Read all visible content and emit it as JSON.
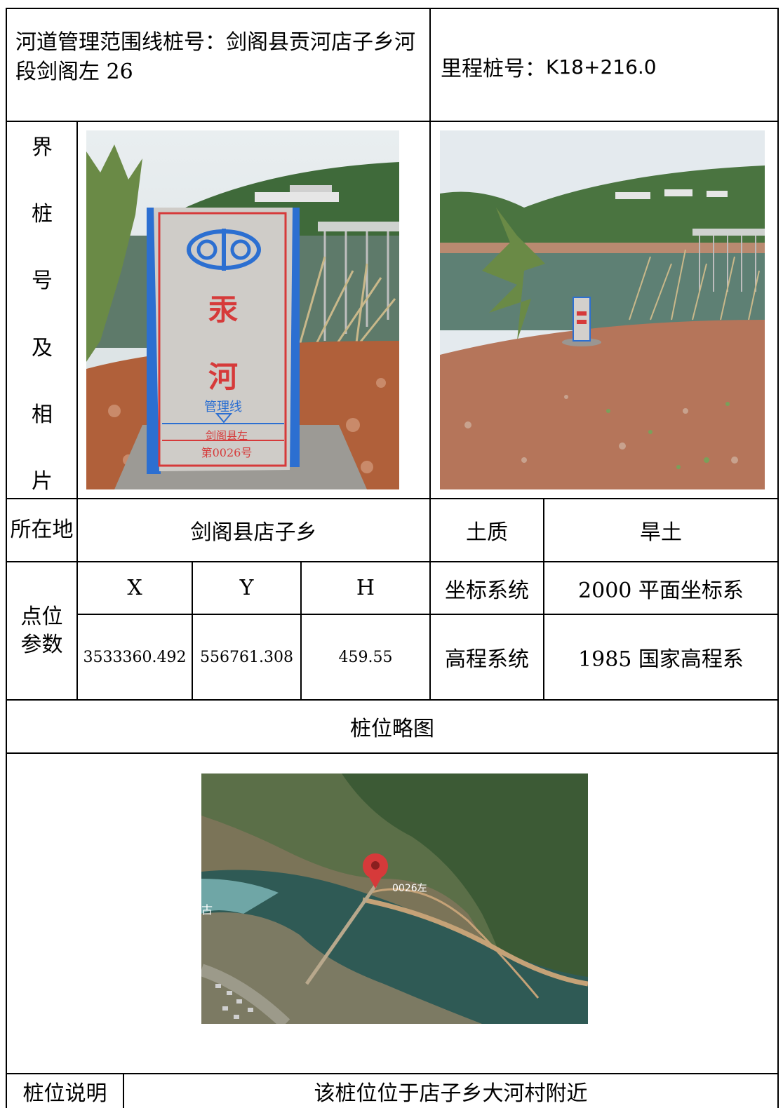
{
  "header": {
    "stake_name": "河道管理范围线桩号：剑阁县贡河店子乡河段剑阁左 26",
    "mileage_label": "里程桩号：",
    "mileage_value": "K18+216.0"
  },
  "photos": {
    "side_label_chars": [
      "界",
      "桩",
      "号",
      "及",
      "相",
      "片"
    ],
    "stake_marker": {
      "logo_text": "ꟷ",
      "char1": "汞",
      "char2": "河",
      "line_label": "管理线",
      "county_text": "剑阁县左",
      "number_text": "第0026号"
    }
  },
  "location": {
    "label": "所在地",
    "value": "剑阁县店子乡",
    "soil_label": "土质",
    "soil_value": "旱土"
  },
  "params": {
    "label": "点位参数",
    "headers": [
      "X",
      "Y",
      "H"
    ],
    "values": [
      "3533360.492",
      "556761.308",
      "459.55"
    ],
    "coord_system_label": "坐标系统",
    "coord_system_value": "2000 平面坐标系",
    "elev_system_label": "高程系统",
    "elev_system_value": "1985 国家高程系"
  },
  "sketch": {
    "title": "桩位略图",
    "marker_label": "0026左",
    "edge_char": "古"
  },
  "note": {
    "label": "桩位说明",
    "value": "该桩位位于店子乡大河村附近"
  },
  "colors": {
    "marker_red": "#d63a3a",
    "marker_blue": "#2c6fd1",
    "soil": "#b0603a",
    "water": "#4f6f5c",
    "map_forest": "#3c5a35"
  }
}
